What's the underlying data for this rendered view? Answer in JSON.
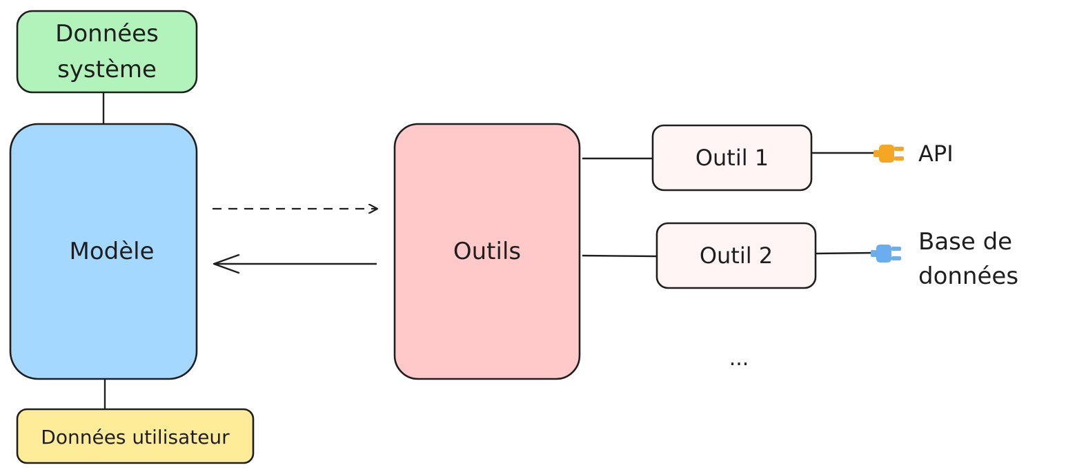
{
  "nodes": {
    "system_data": {
      "label_lines": [
        "Données",
        "système"
      ]
    },
    "model": {
      "label": "Modèle"
    },
    "user_data": {
      "label": "Données utilisateur"
    },
    "tools": {
      "label": "Outils"
    },
    "tool1": {
      "label": "Outil 1"
    },
    "tool2": {
      "label": "Outil 2"
    },
    "more_tools": {
      "label": "..."
    }
  },
  "endpoints": {
    "api": {
      "label": "API",
      "plug_icon": "plug-icon",
      "color": "#f5a623"
    },
    "database": {
      "label_lines": [
        "Base de",
        "données"
      ],
      "plug_icon": "plug-icon",
      "color": "#6aaef0"
    }
  },
  "colors": {
    "system_data_fill": "#b2f2bb",
    "model_fill": "#a5d8ff",
    "user_data_fill": "#ffec99",
    "tools_fill": "#ffc9c9",
    "tool_fill": "#fff5f5",
    "stroke": "#1e1e1e"
  }
}
